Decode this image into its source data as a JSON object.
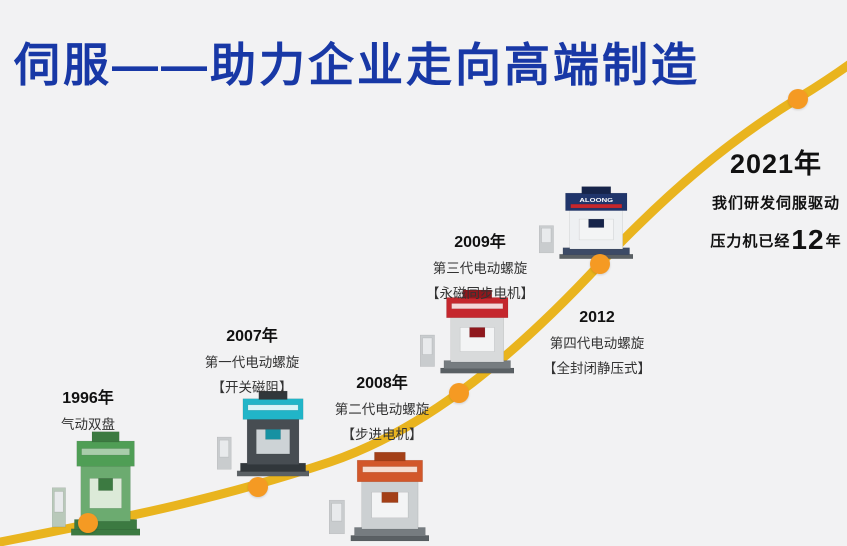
{
  "title": "伺服——助力企业走向高端制造",
  "milestones": [
    {
      "year": "1996年",
      "line1": "气动双盘",
      "line2": ""
    },
    {
      "year": "2007年",
      "line1": "第一代电动螺旋",
      "line2": "【开关磁阻】"
    },
    {
      "year": "2008年",
      "line1": "第二代电动螺旋",
      "line2": "【步进电机】"
    },
    {
      "year": "2009年",
      "line1": "第三代电动螺旋",
      "line2": "【永磁同步电机】"
    },
    {
      "year": "2012",
      "line1": "第四代电动螺旋",
      "line2": "【全封闭静压式】"
    }
  ],
  "final": {
    "year": "2021年",
    "line1": "我们研发伺服驱动",
    "line2_prefix": "压力机已经",
    "line2_number": "12",
    "line2_suffix": "年"
  },
  "machine_brand": "ALOONG",
  "colors": {
    "background": "#f2f2f3",
    "title_blue": "#1838a6",
    "curve_gold": "#e9b41e",
    "dot_orange": "#f59a23",
    "machine_1996": "#4f9e55",
    "machine_2007": "#21b5c8",
    "machine_2008": "#d2572a",
    "machine_2009": "#c5272d",
    "machine_2012": "#20356b"
  }
}
